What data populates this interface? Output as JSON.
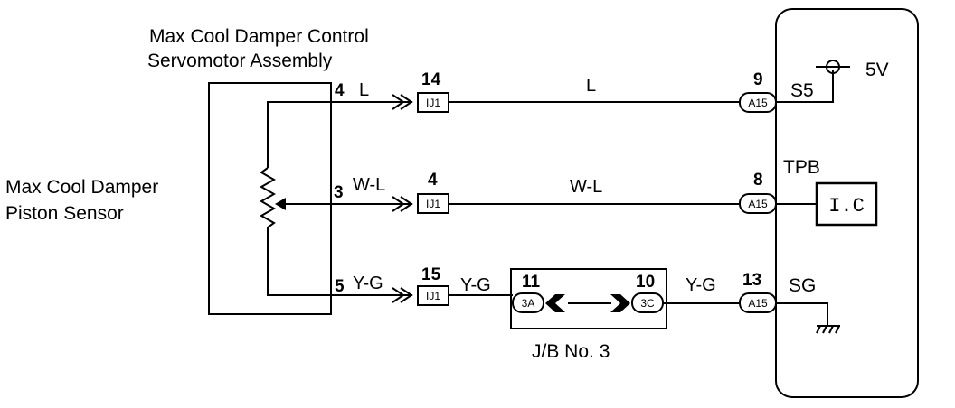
{
  "servomotor": {
    "title_line1": "Max Cool Damper Control",
    "title_line2": "Servomotor Assembly"
  },
  "sensor": {
    "label_line1": "Max Cool Damper",
    "label_line2": "Piston Sensor"
  },
  "circuits": [
    {
      "id": "s5",
      "servo_pin": "4",
      "servo_wire": "L",
      "ij1_pin": "14",
      "ij1_label": "IJ1",
      "wire_label": "L",
      "ecu_pin": "9",
      "ecu_connector": "A15",
      "ecu_terminal": "S5"
    },
    {
      "id": "tpb",
      "servo_pin": "3",
      "servo_wire": "W-L",
      "ij1_pin": "4",
      "ij1_label": "IJ1",
      "wire_label": "W-L",
      "ecu_pin": "8",
      "ecu_connector": "A15",
      "ecu_terminal": "TPB"
    },
    {
      "id": "sg",
      "servo_pin": "5",
      "servo_wire": "Y-G",
      "ij1_pin": "15",
      "ij1_label": "IJ1",
      "wire_label_left": "Y-G",
      "wire_label_right": "Y-G",
      "ecu_pin": "13",
      "ecu_connector": "A15",
      "ecu_terminal": "SG"
    }
  ],
  "junction_block": {
    "label": "J/B No. 3",
    "left_pin": "11",
    "left_connector": "3A",
    "right_pin": "10",
    "right_connector": "3C"
  },
  "ecu": {
    "supply_voltage": "5V",
    "ic_label": "I.C"
  }
}
